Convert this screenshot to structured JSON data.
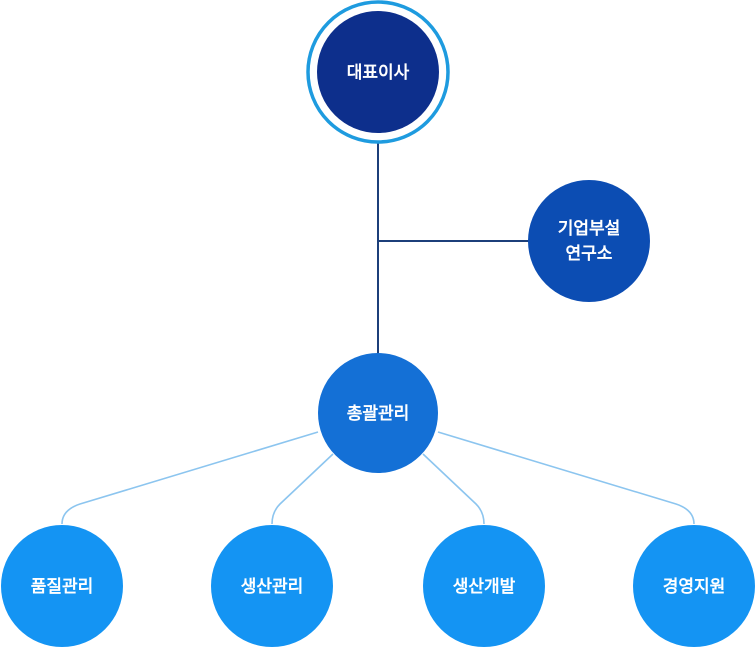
{
  "org": {
    "ceo": {
      "label": "대표이사"
    },
    "research_lab": {
      "line1": "기업부설",
      "line2": "연구소"
    },
    "general_management": {
      "label": "총괄관리"
    },
    "departments": [
      {
        "label": "품질관리"
      },
      {
        "label": "생산관리"
      },
      {
        "label": "생산개발"
      },
      {
        "label": "경영지원"
      }
    ]
  },
  "colors": {
    "ceo_fill": "#0D2F8C",
    "ceo_ring": "#1E9BDF",
    "research_fill": "#0C4DB3",
    "general_fill": "#1470D6",
    "department_fill": "#1494F3",
    "trunk_line": "#1C3F7A",
    "branch_line": "#8CC5EF"
  }
}
